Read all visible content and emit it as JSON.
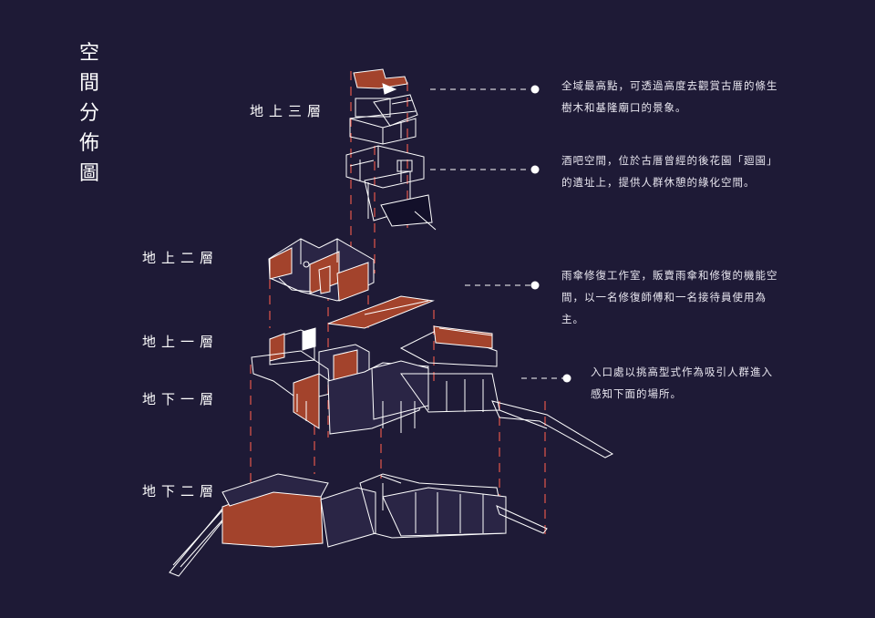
{
  "title": "空間分佈圖",
  "floors": {
    "f3": "地上三層",
    "f2": "地上二層",
    "f1": "地上一層",
    "b1": "地下一層",
    "b2": "地下二層"
  },
  "annotations": {
    "a1": "全域最高點，可透過高度去觀賞古厝的條生樹木和基隆廟口的景象。",
    "a2": "酒吧空間，位於古厝曾經的後花園「廻園」的遺址上，提供人群休憩的綠化空間。",
    "a3": "雨傘修復工作室，販賣雨傘和修復的機能空間，以一名修復師傅和一名接待員使用為主。",
    "a4": "入口處以挑高型式作為吸引人群進入感知下面的場所。"
  },
  "colors": {
    "background": "#1e1a36",
    "line": "#ffffff",
    "accent_brick": "#a3432c",
    "guide_red": "#e2574a"
  }
}
